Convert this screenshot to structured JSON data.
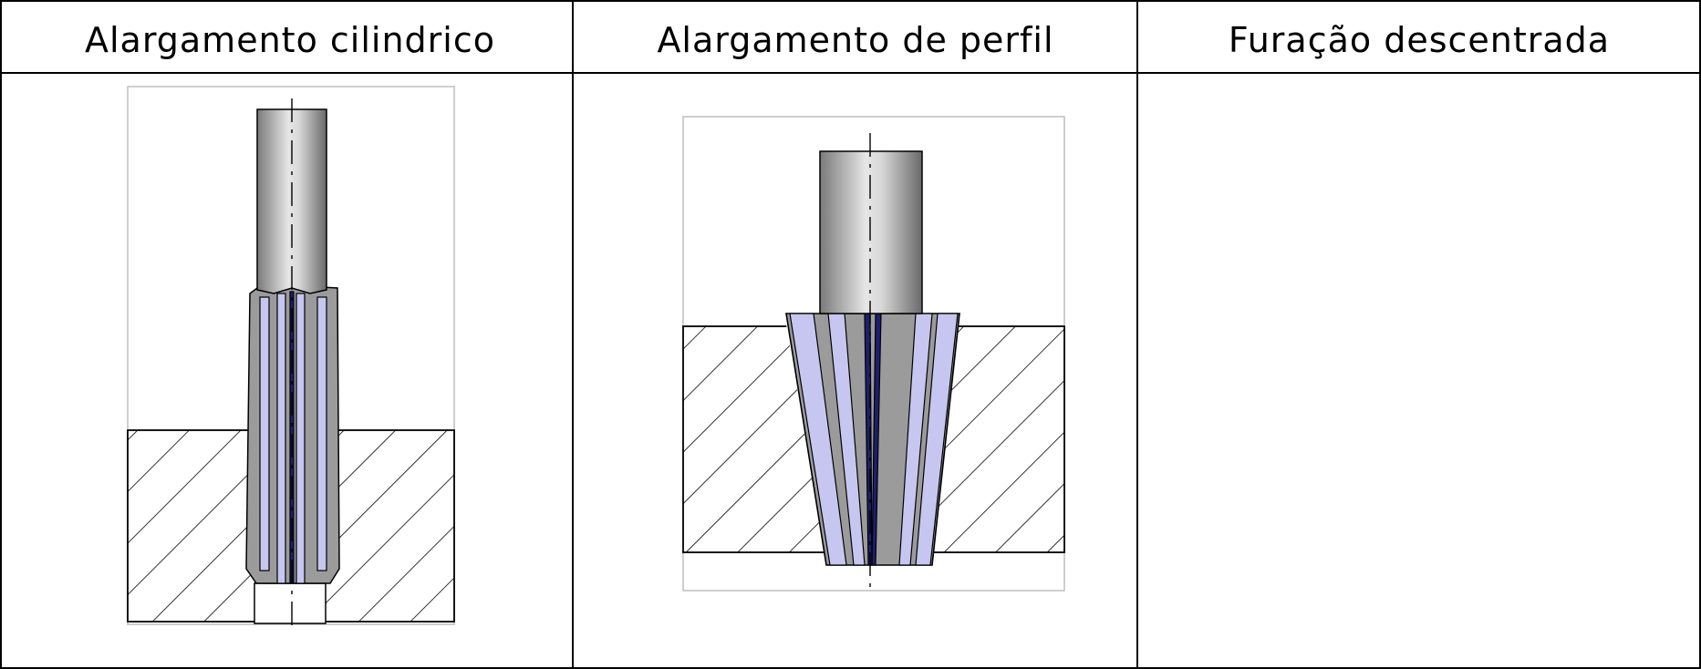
{
  "columns": [
    {
      "header": "Alargamento cilindrico"
    },
    {
      "header": "Alargamento de perfil"
    },
    {
      "header": "Furação descentrada"
    }
  ]
}
